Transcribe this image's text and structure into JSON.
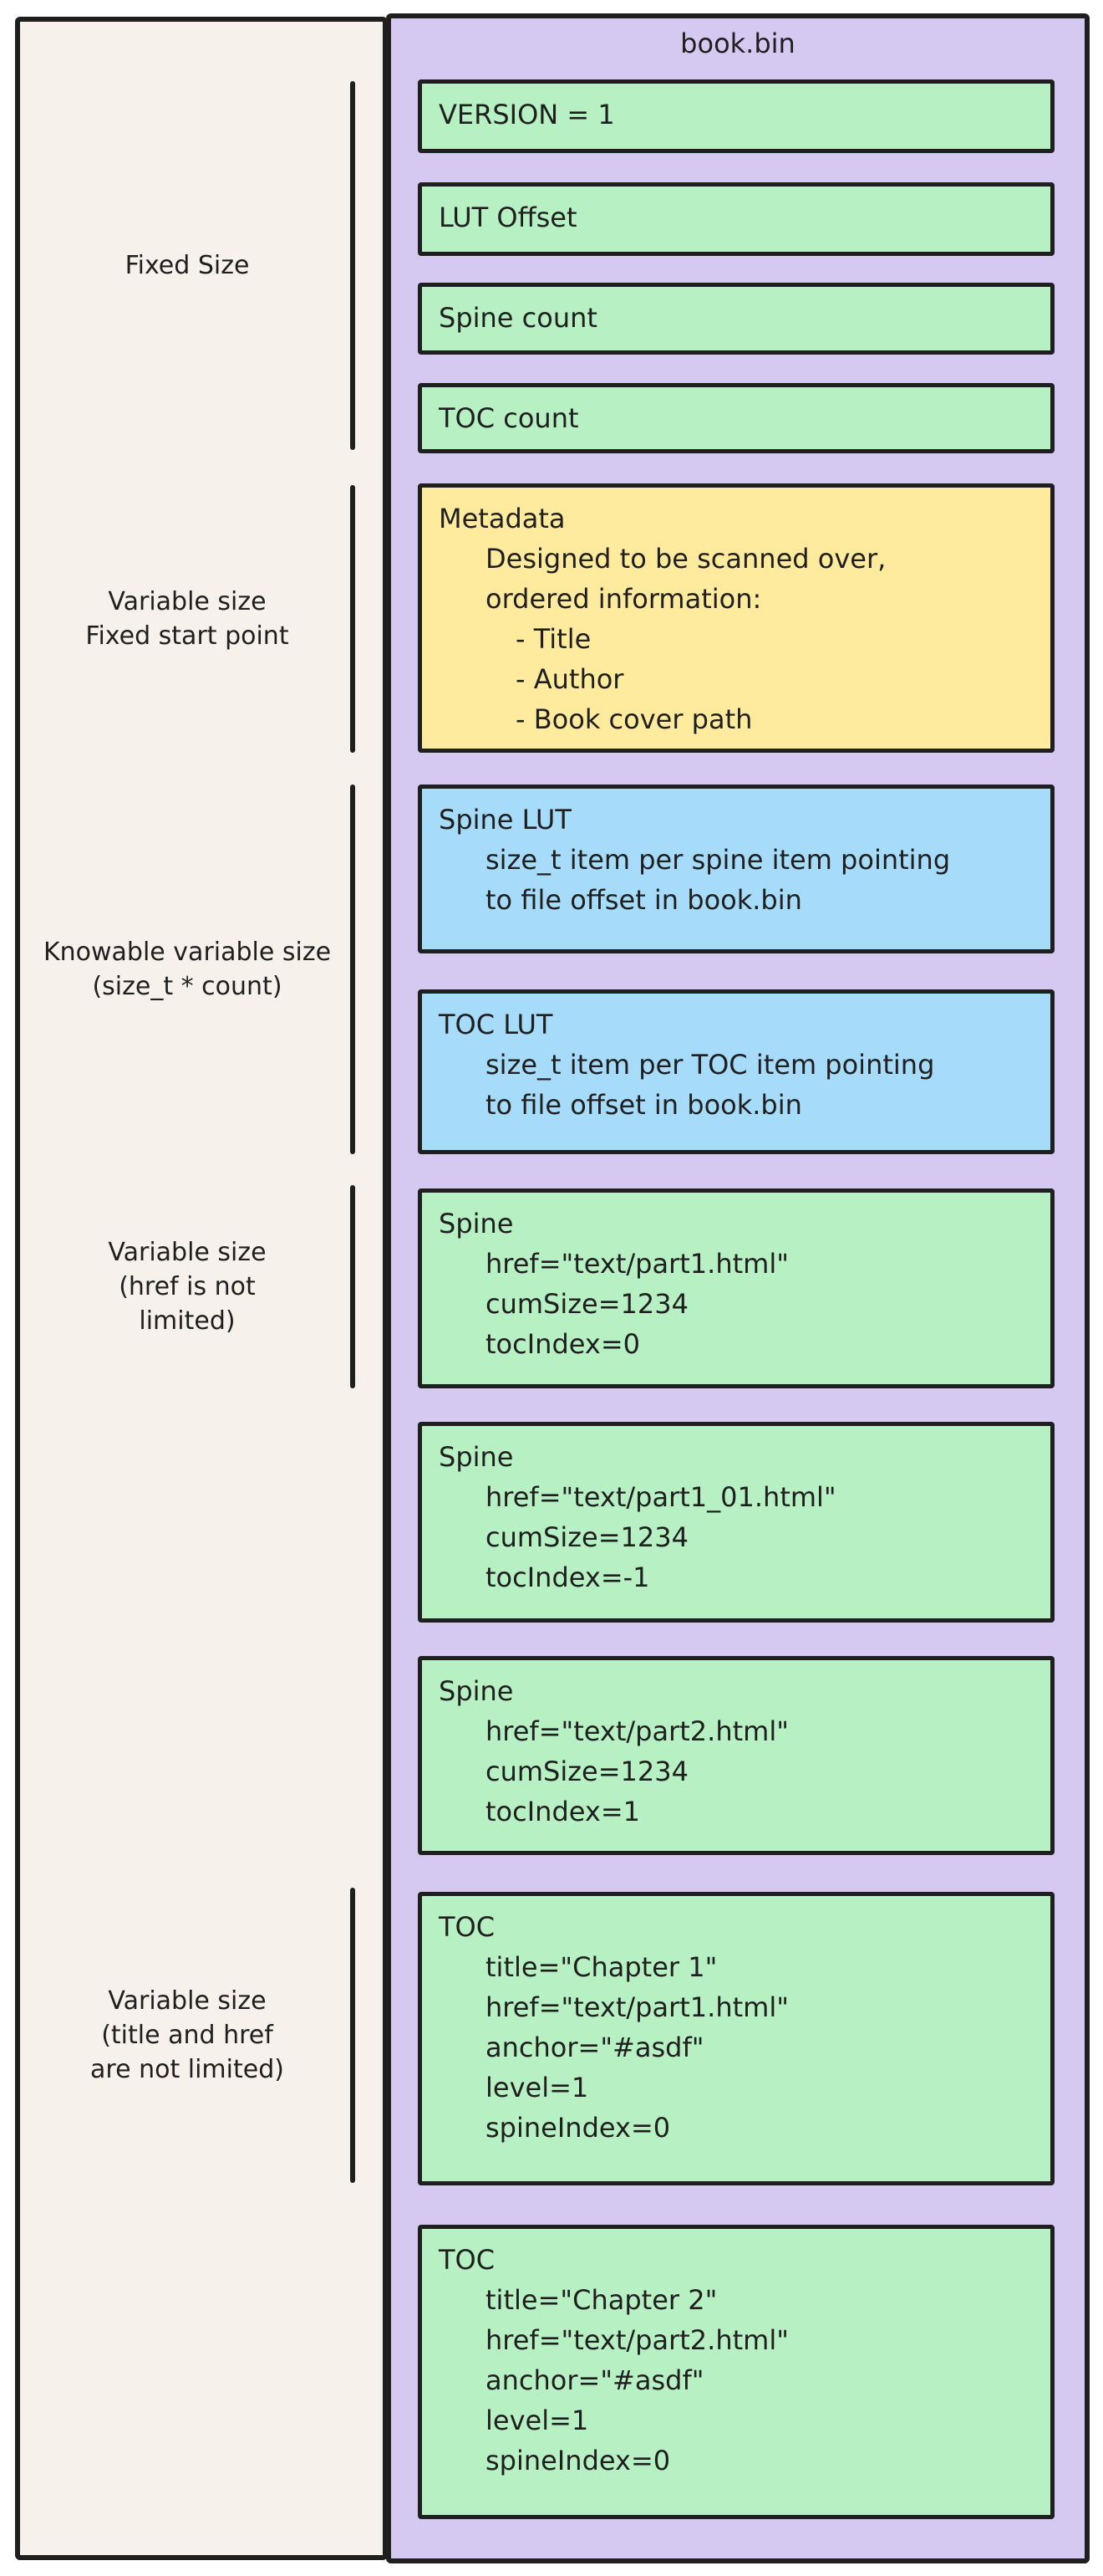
{
  "title": "book.bin",
  "palette": {
    "stroke": "#1f1f1f",
    "panel_left_bg": "#f6f1ea",
    "panel_right_bg": "#d5c9f2",
    "green": "#b7f1c3",
    "blue": "#a7dbfa",
    "yellow": "#ffeb9e"
  },
  "size_annotations": [
    {
      "lines": [
        {
          "text": "Fixed Size",
          "indent": 0
        }
      ]
    },
    {
      "lines": [
        {
          "text": "Variable size",
          "indent": 0
        },
        {
          "text": "Fixed start point",
          "indent": 0
        }
      ]
    },
    {
      "lines": [
        {
          "text": "Knowable variable size",
          "indent": 0
        },
        {
          "text": "(size_t * count)",
          "indent": 0
        }
      ]
    },
    {
      "lines": [
        {
          "text": "Variable size",
          "indent": 0
        },
        {
          "text": "(href is not",
          "indent": 0
        },
        {
          "text": "limited)",
          "indent": 0
        }
      ]
    },
    {
      "lines": [
        {
          "text": "Variable size",
          "indent": 0
        },
        {
          "text": "(title and href",
          "indent": 0
        },
        {
          "text": "are not limited)",
          "indent": 0
        }
      ]
    }
  ],
  "file_sections": [
    {
      "kind": "fixed-field",
      "color": "green",
      "lines": [
        {
          "text": "VERSION = 1",
          "indent": 0
        }
      ]
    },
    {
      "kind": "fixed-field",
      "color": "green",
      "lines": [
        {
          "text": "LUT Offset",
          "indent": 0
        }
      ]
    },
    {
      "kind": "fixed-field",
      "color": "green",
      "lines": [
        {
          "text": "Spine count",
          "indent": 0
        }
      ]
    },
    {
      "kind": "fixed-field",
      "color": "green",
      "lines": [
        {
          "text": "TOC count",
          "indent": 0
        }
      ]
    },
    {
      "kind": "metadata",
      "color": "yellow",
      "lines": [
        {
          "text": "Metadata",
          "indent": 0
        },
        {
          "text": "Designed to be scanned over,",
          "indent": 1
        },
        {
          "text": "ordered information:",
          "indent": 1
        },
        {
          "text": "- Title",
          "indent": 2
        },
        {
          "text": "- Author",
          "indent": 2
        },
        {
          "text": "- Book cover path",
          "indent": 2
        }
      ]
    },
    {
      "kind": "lut",
      "color": "blue",
      "lines": [
        {
          "text": "Spine LUT",
          "indent": 0
        },
        {
          "text": "size_t item per spine item pointing",
          "indent": 1
        },
        {
          "text": "to file offset in book.bin",
          "indent": 1
        }
      ]
    },
    {
      "kind": "lut",
      "color": "blue",
      "lines": [
        {
          "text": "TOC LUT",
          "indent": 0
        },
        {
          "text": "size_t item per TOC item pointing",
          "indent": 1
        },
        {
          "text": "to file offset in book.bin",
          "indent": 1
        }
      ]
    },
    {
      "kind": "spine-record",
      "color": "green",
      "lines": [
        {
          "text": "Spine",
          "indent": 0
        },
        {
          "text": "href=\"text/part1.html\"",
          "indent": 1
        },
        {
          "text": "cumSize=1234",
          "indent": 1
        },
        {
          "text": "tocIndex=0",
          "indent": 1
        }
      ]
    },
    {
      "kind": "spine-record",
      "color": "green",
      "lines": [
        {
          "text": "Spine",
          "indent": 0
        },
        {
          "text": "href=\"text/part1_01.html\"",
          "indent": 1
        },
        {
          "text": "cumSize=1234",
          "indent": 1
        },
        {
          "text": "tocIndex=-1",
          "indent": 1
        }
      ]
    },
    {
      "kind": "spine-record",
      "color": "green",
      "lines": [
        {
          "text": "Spine",
          "indent": 0
        },
        {
          "text": "href=\"text/part2.html\"",
          "indent": 1
        },
        {
          "text": "cumSize=1234",
          "indent": 1
        },
        {
          "text": "tocIndex=1",
          "indent": 1
        }
      ]
    },
    {
      "kind": "toc-record",
      "color": "green",
      "lines": [
        {
          "text": "TOC",
          "indent": 0
        },
        {
          "text": "title=\"Chapter 1\"",
          "indent": 1
        },
        {
          "text": "href=\"text/part1.html\"",
          "indent": 1
        },
        {
          "text": "anchor=\"#asdf\"",
          "indent": 1
        },
        {
          "text": "level=1",
          "indent": 1
        },
        {
          "text": "spineIndex=0",
          "indent": 1
        }
      ]
    },
    {
      "kind": "toc-record",
      "color": "green",
      "lines": [
        {
          "text": "TOC",
          "indent": 0
        },
        {
          "text": "title=\"Chapter 2\"",
          "indent": 1
        },
        {
          "text": "href=\"text/part2.html\"",
          "indent": 1
        },
        {
          "text": "anchor=\"#asdf\"",
          "indent": 1
        },
        {
          "text": "level=1",
          "indent": 1
        },
        {
          "text": "spineIndex=0",
          "indent": 1
        }
      ]
    }
  ]
}
